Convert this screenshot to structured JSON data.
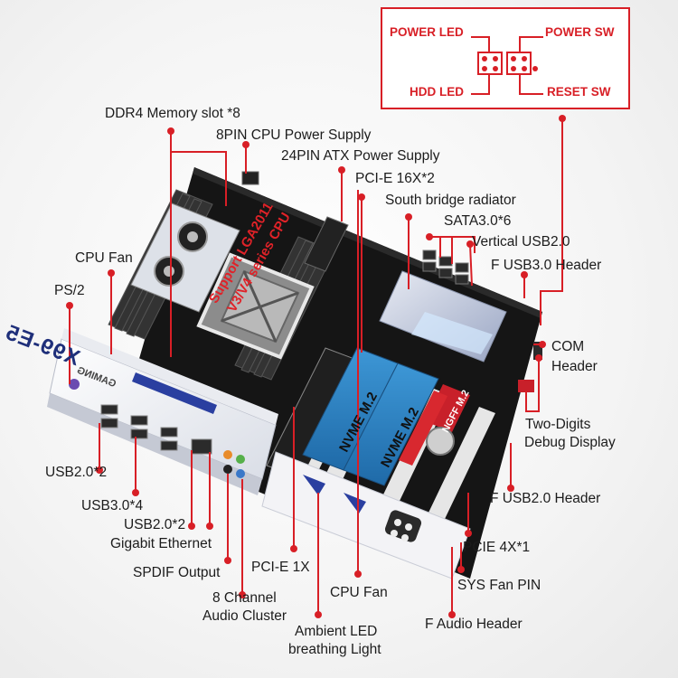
{
  "header_legend": {
    "power_led": "POWER LED",
    "power_sw": "POWER SW",
    "hdd_led": "HDD  LED",
    "reset_sw": "RESET SW"
  },
  "labels": {
    "ddr4": "DDR4 Memory slot *8",
    "cpu_power": "8PIN CPU Power Supply",
    "atx_power": "24PIN ATX Power Supply",
    "pcie16": "PCI-E 16X*2",
    "south_bridge": "South bridge radiator",
    "sata": "SATA3.0*6",
    "vertical_usb": "Vertical USB2.0",
    "f_usb3": "F USB3.0 Header",
    "cpu_fan_left": "CPU Fan",
    "ps2": "PS/2",
    "com_header_1": "COM",
    "com_header_2": "Header",
    "debug_1": "Two-Digits",
    "debug_2": "Debug Display",
    "usb20_2_left": "USB2.0*2",
    "usb30_4": "USB3.0*4",
    "usb20_2_bottom": "USB2.0*2",
    "gigabit": "Gigabit Ethernet",
    "f_usb20": "F USB2.0 Header",
    "pcie_4x": "PCIE 4X*1",
    "spdif": "SPDIF Output",
    "pcie_1x": "PCI-E 1X",
    "sys_fan": "SYS Fan PIN",
    "audio_cluster_1": "8 Channel",
    "audio_cluster_2": "Audio Cluster",
    "cpu_fan_bottom": "CPU Fan",
    "f_audio": "F Audio Header",
    "ambient_1": "Ambient LED",
    "ambient_2": "breathing Light"
  },
  "board_printing": {
    "support_1": "Support LGA2011",
    "support_2": "V3/V4 series CPU",
    "model": "X99-E5",
    "gaming": "GAMING",
    "nvme_1": "NVME M.2",
    "nvme_2": "NVME M.2",
    "ngff": "NGFF M.2"
  },
  "colors": {
    "accent_red": "#d81f26",
    "board_black": "#151515",
    "nvme_blue": "#2d86c9"
  }
}
